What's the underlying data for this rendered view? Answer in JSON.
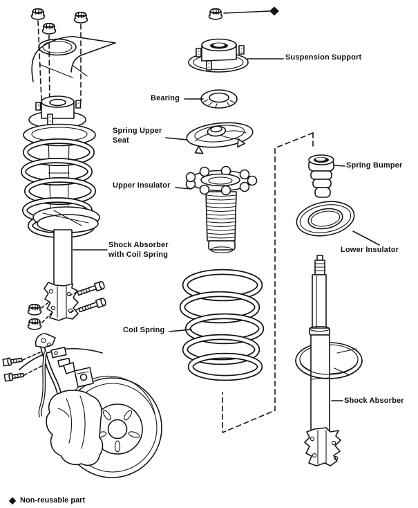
{
  "figure": {
    "callouts": {
      "suspension_support": "Suspension Support",
      "bearing": "Bearing",
      "spring_upper_seat": [
        "Spring Upper",
        "Seat"
      ],
      "upper_insulator": "Upper Insulator",
      "spring_bumper": "Spring Bumper",
      "lower_insulator": "Lower Insulator",
      "shock_absorber_with_coil_spring": [
        "Shock Absorber",
        "with Coil Spring"
      ],
      "coil_spring": "Coil Spring",
      "shock_absorber": "Shock Absorber"
    },
    "legend": {
      "symbol": "◆",
      "text": "Non-reusable part"
    },
    "colors": {
      "ink": "#141414",
      "paper": "#ffffff"
    }
  }
}
